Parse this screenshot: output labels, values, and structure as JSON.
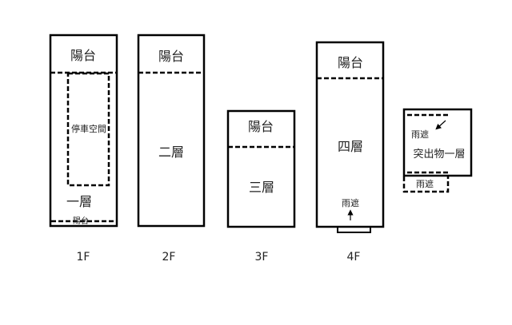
{
  "floors": {
    "f1": {
      "label": "1F",
      "balcony": "陽台",
      "parking": "停車空間",
      "room": "一層",
      "balcony_bottom": "陽台"
    },
    "f2": {
      "label": "2F",
      "balcony": "陽台",
      "room": "二層"
    },
    "f3": {
      "label": "3F",
      "balcony": "陽台",
      "room": "三層"
    },
    "f4": {
      "label": "4F",
      "balcony": "陽台",
      "room": "四層",
      "canopy": "雨遮"
    },
    "roof": {
      "canopy_top": "雨遮",
      "room": "突出物一層",
      "canopy_bottom": "雨遮"
    }
  }
}
